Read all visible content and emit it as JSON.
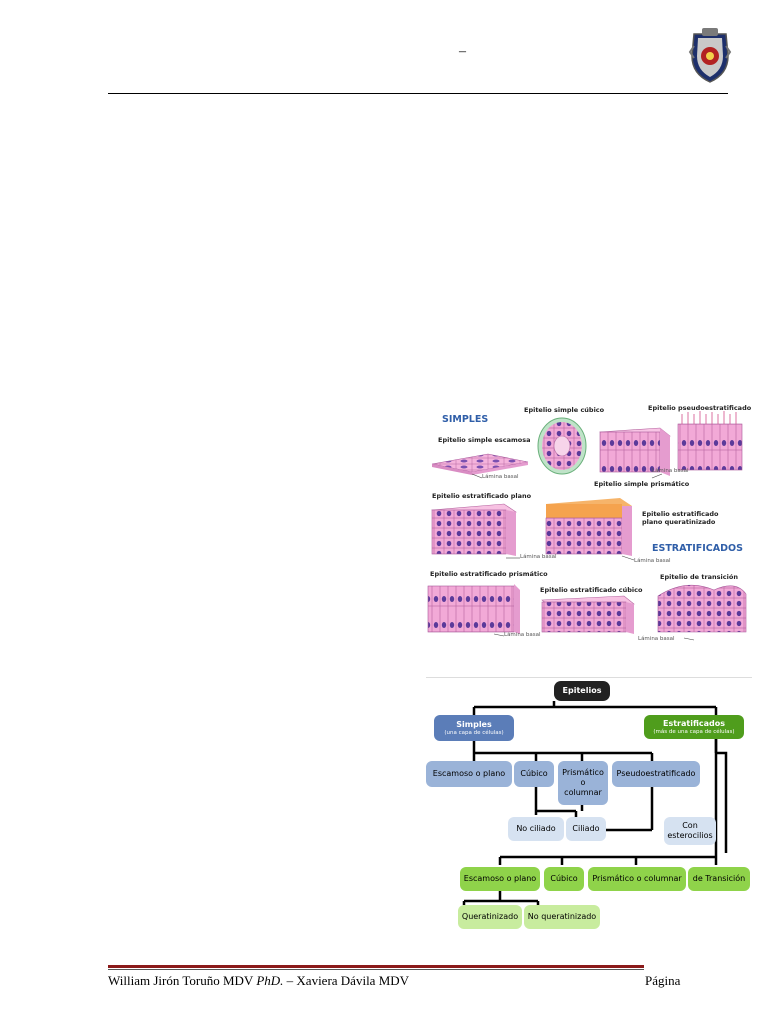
{
  "header": {
    "dash": "–",
    "seal_icon": "university-seal-icon"
  },
  "figure_epithelia": {
    "category_simple": "SIMPLES",
    "category_stratified": "ESTRATIFICADOS",
    "label_simple_squamous": "Epitelio simple escamosa",
    "label_simple_cuboidal": "Epitelio simple cúbico",
    "label_pseudostratified": "Epitelio pseudoestratificado",
    "label_simple_columnar": "Epitelio simple prismático",
    "label_strat_squamous": "Epitelio estratificado plano",
    "label_strat_keratinized_1": "Epitelio estratificado",
    "label_strat_keratinized_2": "plano queratinizado",
    "label_strat_columnar": "Epitelio estratificado prismático",
    "label_strat_cuboidal": "Epitelio estratificado cúbico",
    "label_transitional": "Epitelio de transición",
    "basal_lamina": "Lámina basal"
  },
  "flowchart": {
    "root": "Epitelios",
    "simple_title": "Simples",
    "simple_sub": "(una capa de células)",
    "stratified_title": "Estratificados",
    "stratified_sub": "(más de una capa de células)",
    "simple_children": [
      "Escamoso o plano",
      "Cúbico",
      "Prismático o columnar",
      "Pseudoestratificado"
    ],
    "cilia_nodes": [
      "No ciliado",
      "Ciliado",
      "Con esterocilios"
    ],
    "stratified_children": [
      "Escamoso o plano",
      "Cúbico",
      "Prismático o columnar",
      "de Transición"
    ],
    "keratin_nodes": [
      "Queratinizado",
      "No queratinizado"
    ],
    "colors": {
      "root": "#222222",
      "simple": "#5b7db8",
      "simple_child": "#9ab3d8",
      "cilia": "#d6e2f1",
      "stratified": "#4f9d1c",
      "stratified_child": "#8fd34a",
      "keratin": "#c8ec9e"
    }
  },
  "footer": {
    "authors_prefix": "William Jirón Toruño MDV ",
    "authors_phd": "PhD.",
    "authors_suffix": " – Xaviera Dávila MDV",
    "page_label": "Página"
  }
}
